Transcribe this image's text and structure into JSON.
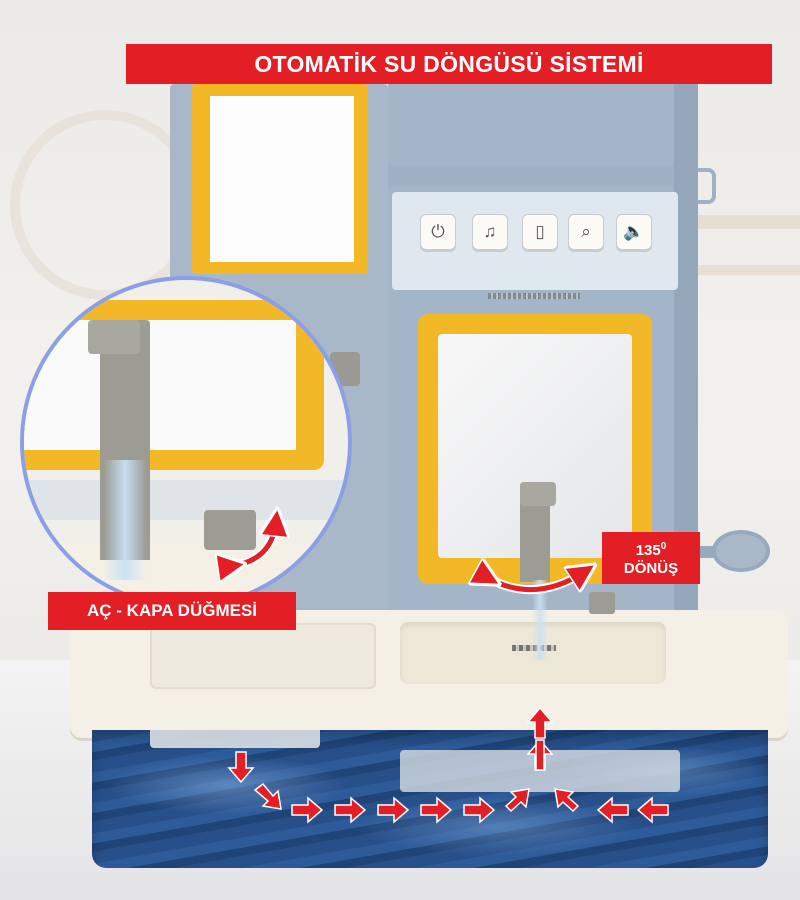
{
  "header": {
    "title": "OTOMATİK SU DÖNGÜSÜ SİSTEMİ"
  },
  "callouts": {
    "button_label": "AÇ - KAPA DÜĞMESİ",
    "rotation_value": "135",
    "rotation_sup": "0",
    "rotation_word": "DÖNÜŞ"
  },
  "control_panel": {
    "buttons": [
      {
        "icon": "power-icon",
        "glyph": "⏻"
      },
      {
        "icon": "music-icon",
        "glyph": "♫"
      },
      {
        "icon": "book-icon",
        "glyph": "▯"
      },
      {
        "icon": "search-icon",
        "glyph": "⌕"
      },
      {
        "icon": "volume-icon",
        "glyph": "🔈"
      }
    ]
  },
  "colors": {
    "accent_red": "#e31e24",
    "frame_yellow": "#f3b826",
    "toy_blue": "#a4b5c7",
    "tank_blue": "#274f8a",
    "zoom_border": "#8b9fe6"
  }
}
